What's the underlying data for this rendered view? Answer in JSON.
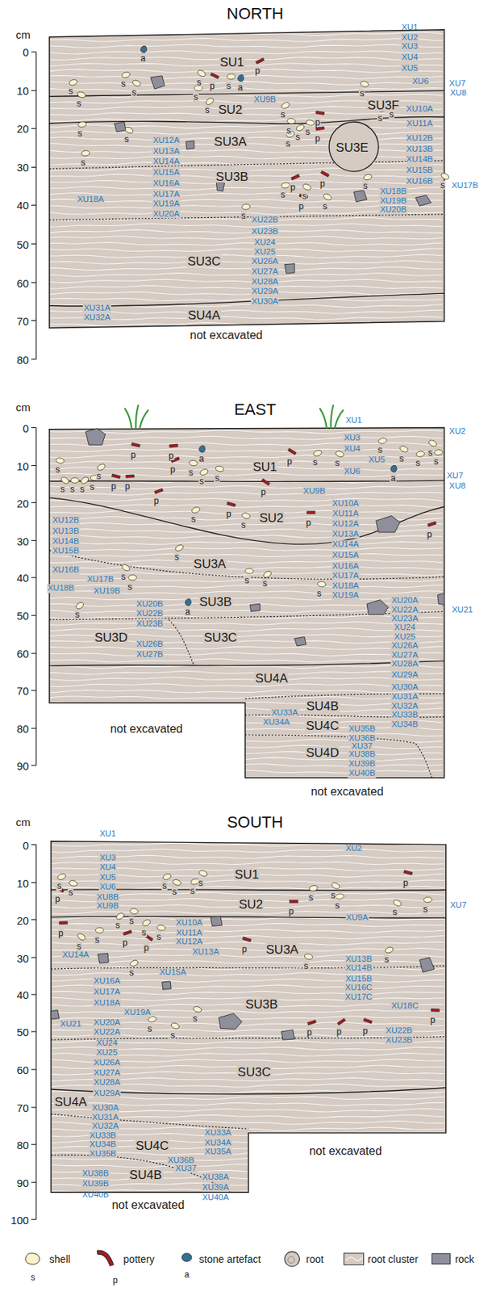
{
  "diagram": {
    "nodes": [
      {
        "text": [
          "NORTH"
        ]
      },
      {
        "text": [
          "EAST"
        ]
      },
      {
        "text": [
          "SOUTH"
        ]
      }
    ],
    "labels": [
      "cm",
      "0",
      "10",
      "20",
      "30",
      "40",
      "50",
      "60",
      "70",
      "80",
      "SU1",
      "SU2",
      "SU3A",
      "SU3B",
      "SU3C",
      "SU4A",
      "SU3F",
      "SU3E",
      "not excavated",
      "a",
      "a",
      "XU1",
      "XU2",
      "XU3",
      "XU4",
      "XU5",
      "XU6",
      "XU7",
      "XU8",
      "XU9B",
      "XU10A",
      "XU11A",
      "XU12B",
      "XU13B",
      "XU14B",
      "XU15B",
      "XU16B",
      "XU17B",
      "XU18B",
      "XU19B",
      "XU20B",
      "XU12A",
      "XU13A",
      "XU14A",
      "XU15A",
      "XU16A",
      "XU17A",
      "XU18A",
      "XU19A",
      "XU20A",
      "XU22B",
      "XU23B",
      "XU24",
      "XU25",
      "XU26A",
      "XU27A",
      "XU28A",
      "XU29A",
      "XU30A",
      "XU31A",
      "XU32A",
      "s",
      "s",
      "s",
      "s",
      "s",
      "s",
      "s",
      "s",
      "s",
      "s",
      "s",
      "s",
      "s",
      "s",
      "s",
      "s",
      "s",
      "s",
      "s",
      "s",
      "s",
      "s",
      "s",
      "s",
      "s",
      "p",
      "p",
      "p",
      "p",
      "p",
      "p",
      "p",
      "cm",
      "0",
      "10",
      "20",
      "30",
      "40",
      "50",
      "60",
      "70",
      "80",
      "90",
      "SU1",
      "SU2",
      "SU3A",
      "SU3B",
      "SU3C",
      "SU3D",
      "SU4A",
      "SU4B",
      "SU4C",
      "SU4D",
      "not excavated",
      "not excavated",
      "a",
      "a",
      "a",
      "XU1",
      "XU2",
      "XU3",
      "XU4",
      "XU5",
      "XU6",
      "XU7",
      "XU8",
      "XU9B",
      "XU10A",
      "XU11A",
      "XU12A",
      "XU13A",
      "XU14A",
      "XU15A",
      "XU16A",
      "XU17A",
      "XU18A",
      "XU19A",
      "XU12B",
      "XU13B",
      "XU14B",
      "XU15B",
      "XU16B",
      "XU17B",
      "XU18B",
      "XU19B",
      "XU20B",
      "XU22B",
      "XU23B",
      "XU26B",
      "XU27B",
      "XU20A",
      "XU21",
      "XU22A",
      "XU23A",
      "XU24",
      "XU25",
      "XU26A",
      "XU27A",
      "XU28A",
      "XU29A",
      "XU30A",
      "XU31A",
      "XU32A",
      "XU33B",
      "XU34B",
      "XU33A",
      "XU34A",
      "XU35B",
      "XU36B",
      "XU37",
      "XU38B",
      "XU39B",
      "XU40B",
      "s",
      "s",
      "s",
      "s",
      "s",
      "s",
      "s",
      "s",
      "s",
      "s",
      "s",
      "s",
      "s",
      "s",
      "s",
      "s",
      "s",
      "s",
      "s",
      "s",
      "s",
      "s",
      "s",
      "s",
      "s",
      "p",
      "p",
      "p",
      "p",
      "p",
      "p",
      "p",
      "p",
      "p",
      "p",
      "p",
      "cm",
      "0",
      "10",
      "20",
      "30",
      "40",
      "50",
      "60",
      "70",
      "80",
      "90",
      "100",
      "SU1",
      "SU2",
      "SU3A",
      "SU3B",
      "SU3C",
      "SU4A",
      "SU4C",
      "SU4B",
      "not excavated",
      "not excavated",
      "XU1",
      "XU2",
      "XU3",
      "XU4",
      "XU5",
      "XU6",
      "XU8B",
      "XU9B",
      "XU7",
      "XU9A",
      "XU10A",
      "XU11A",
      "XU12A",
      "XU13A",
      "XU14A",
      "XU15A",
      "XU13B",
      "XU14B",
      "XU15B",
      "XU16C",
      "XU17C",
      "XU18C",
      "XU16A",
      "XU17A",
      "XU18A",
      "XU19A",
      "XU21",
      "XU20A",
      "XU22A",
      "XU24",
      "XU25",
      "XU26A",
      "XU27A",
      "XU28A",
      "XU29A",
      "XU22B",
      "XU23B",
      "XU30A",
      "XU31A",
      "XU32A",
      "XU33B",
      "XU34B",
      "XU35B",
      "XU33A",
      "XU34A",
      "XU35A",
      "XU36B",
      "XU37",
      "XU38B",
      "XU39B",
      "XU40B",
      "XU38A",
      "XU39A",
      "XU40A",
      "s",
      "s",
      "s",
      "s",
      "s",
      "s",
      "s",
      "s",
      "s",
      "s",
      "s",
      "s",
      "s",
      "s",
      "s",
      "s",
      "s",
      "s",
      "s",
      "s",
      "s",
      "s",
      "s",
      "p",
      "p",
      "p",
      "p",
      "p",
      "p",
      "p",
      "p",
      "p",
      "p",
      "p",
      "s",
      "p",
      "a"
    ],
    "legend": [
      {
        "text": "shell"
      },
      {
        "text": "pottery"
      },
      {
        "text": "stone artefact"
      },
      {
        "text": "root"
      },
      {
        "text": "root cluster"
      },
      {
        "text": "rock",
        "color": "#8e8f9b"
      }
    ]
  }
}
